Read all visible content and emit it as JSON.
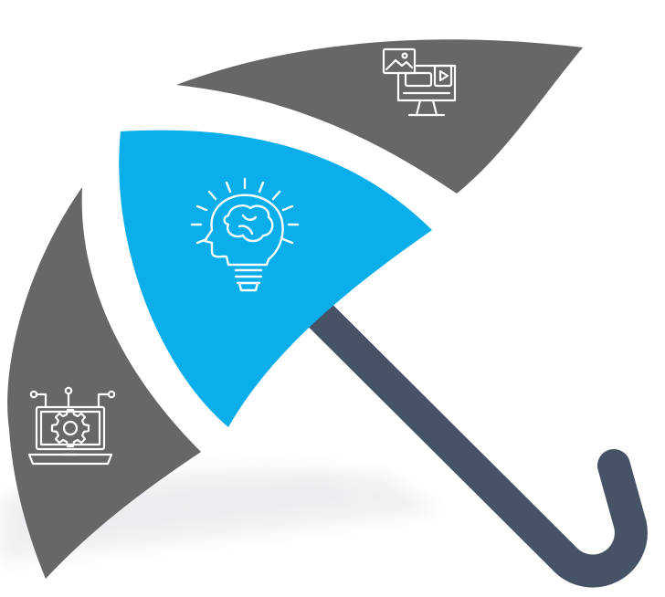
{
  "colors": {
    "background": "#ffffff",
    "panel_gray": "#676767",
    "panel_blue": "#0aaeea",
    "handle": "#465266",
    "icon_stroke": "#ffffff",
    "shadow": "#e9ecef"
  },
  "panels": [
    {
      "id": "top",
      "color": "panel_gray",
      "icon": "monitor-media-icon"
    },
    {
      "id": "middle",
      "color": "panel_blue",
      "icon": "brain-lightbulb-icon"
    },
    {
      "id": "left",
      "color": "panel_gray",
      "icon": "laptop-gear-icon"
    }
  ],
  "handle": {
    "shape": "j-hook",
    "color": "handle"
  }
}
